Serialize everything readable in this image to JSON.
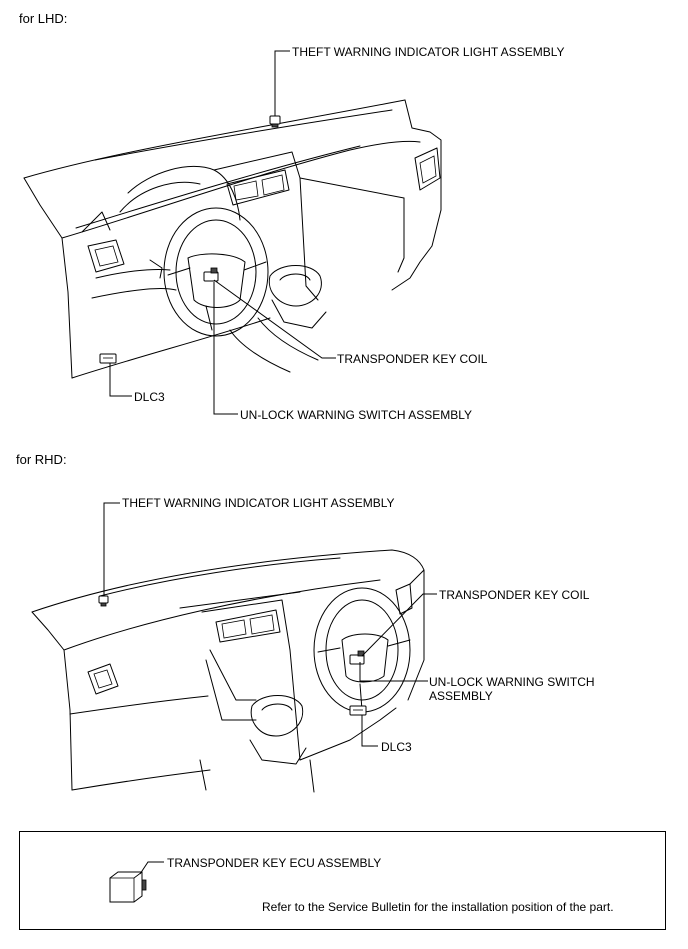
{
  "lhd": {
    "title": "for LHD:",
    "labels": {
      "theft_warning": "THEFT WARNING INDICATOR LIGHT ASSEMBLY",
      "transponder_coil": "TRANSPONDER KEY COIL",
      "dlc3": "DLC3",
      "unlock_switch": "UN-LOCK WARNING SWITCH ASSEMBLY"
    }
  },
  "rhd": {
    "title": "for RHD:",
    "labels": {
      "theft_warning": "THEFT WARNING INDICATOR LIGHT ASSEMBLY",
      "transponder_coil": "TRANSPONDER KEY COIL",
      "unlock_switch": "UN-LOCK WARNING SWITCH ASSEMBLY",
      "dlc3": "DLC3"
    }
  },
  "ecu_box": {
    "label": "TRANSPONDER KEY ECU ASSEMBLY",
    "note": "Refer to the Service Bulletin for the installation position of the part."
  }
}
